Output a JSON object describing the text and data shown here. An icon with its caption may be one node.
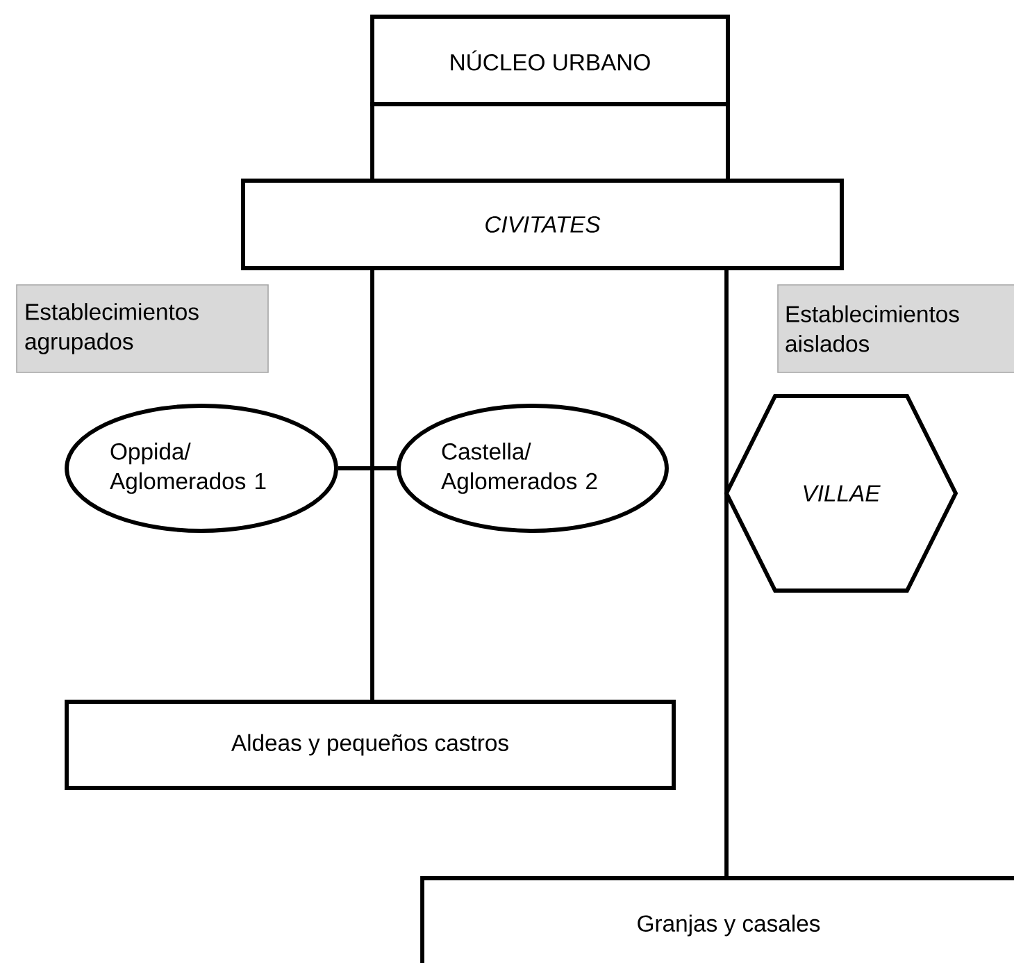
{
  "diagram": {
    "nodes": [
      {
        "text": [
          "NÚCLEO URBANO"
        ]
      },
      {
        "text": [],
        "shape": "box"
      },
      {
        "text": [
          "CIVITATES"
        ]
      },
      {
        "text": [
          "Establecimientos agrupados"
        ]
      },
      {
        "text": [
          "Establecimientos aislados"
        ]
      },
      {
        "text": [
          "Oppida/ Aglomerados 1"
        ]
      },
      {
        "text": [
          "Castella/ Aglomerados 2"
        ]
      },
      {
        "text": [
          "VILLAE"
        ]
      },
      {
        "text": [
          "Aldeas y pequeños castros"
        ]
      },
      {
        "text": [
          "Granjas y casales"
        ]
      }
    ],
    "edges": [
      {
        "from": 2,
        "to": 8,
        "arrow": "none"
      },
      {
        "from": 2,
        "to": 9,
        "arrow": "none"
      },
      {
        "from": 5,
        "to": 6,
        "arrow": "none"
      }
    ]
  }
}
